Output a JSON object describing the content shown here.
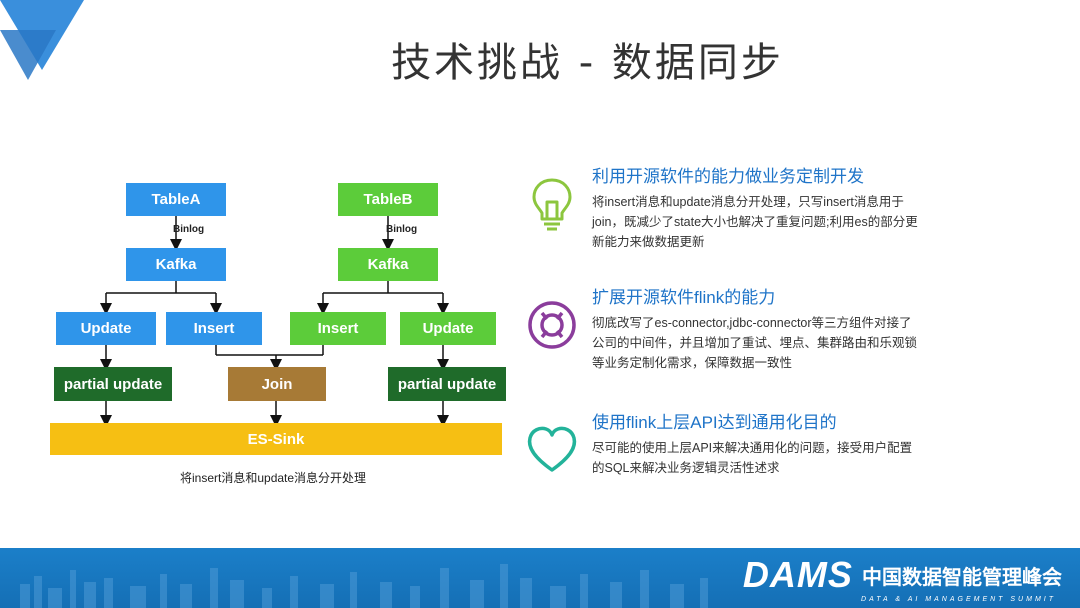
{
  "slide": {
    "title": "技术挑战 - 数据同步"
  },
  "diagram": {
    "nodes": {
      "tableA": "TableA",
      "tableB": "TableB",
      "kafkaA": "Kafka",
      "kafkaB": "Kafka",
      "updateA": "Update",
      "insertA": "Insert",
      "insertB": "Insert",
      "updateB": "Update",
      "partialA": "partial update",
      "join": "Join",
      "partialB": "partial update",
      "sink": "ES-Sink"
    },
    "edge_labels": {
      "binlogA": "Binlog",
      "binlogB": "Binlog"
    },
    "caption": "将insert消息和update消息分开处理",
    "colors": {
      "blue": "#2f95ea",
      "green": "#5ccc3a",
      "dark_green": "#1f6b2a",
      "brown": "#a77a36",
      "yellow": "#f6bf13"
    }
  },
  "features": [
    {
      "icon": "lightbulb-icon",
      "title": "利用开源软件的能力做业务定制开发",
      "description": "将insert消息和update消息分开处理，只写insert消息用于join，既减少了state大小也解决了重复问题;利用es的部分更新能力来做数据更新"
    },
    {
      "icon": "lifebuoy-icon",
      "title": "扩展开源软件flink的能力",
      "description": "彻底改写了es-connector,jdbc-connector等三方组件对接了公司的中间件，并且增加了重试、埋点、集群路由和乐观锁等业务定制化需求，保障数据一致性"
    },
    {
      "icon": "heart-icon",
      "title": "使用flink上层API达到通用化目的",
      "description": "尽可能的使用上层API来解决通用化的问题，接受用户配置的SQL来解决业务逻辑灵活性述求"
    }
  ],
  "footer": {
    "brand": "DAMS",
    "brand_cn": "中国数据智能管理峰会",
    "brand_sub": "DATA & AI MANAGEMENT SUMMIT"
  }
}
